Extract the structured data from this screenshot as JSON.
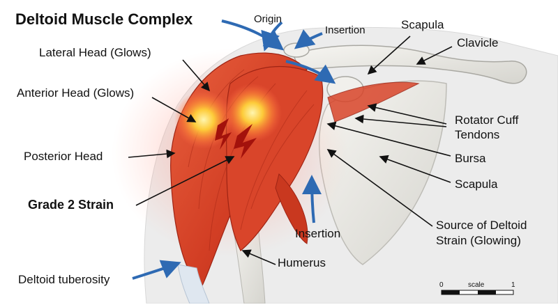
{
  "title": "Deltoid Muscle Complex",
  "labels": {
    "origin": "Origin",
    "insertion_top": "Insertion",
    "scapula_top": "Scapula",
    "clavicle": "Clavicle",
    "lateral_head": "Lateral Head (Glows)",
    "anterior_head": "Anterior Head (Glows)",
    "posterior_head": "Posterior Head",
    "grade2_strain": "Grade 2 Strain",
    "deltoid_tuberosity": "Deltoid tuberosity",
    "rotator_cuff_line1": "Rotator Cuff",
    "rotator_cuff_line2": "Tendons",
    "bursa": "Bursa",
    "scapula_bottom": "Scapula",
    "insertion_bottom": "Insertion",
    "source_line1": "Source of Deltoid",
    "source_line2": "Strain (Glowing)",
    "humerus": "Humerus"
  },
  "scale_bar": {
    "min": "0",
    "label": "scale",
    "max": "1"
  },
  "colors": {
    "muscle": "#d9452a",
    "muscle_dark": "#a92816",
    "bone": "#ecebe6",
    "bone_shadow": "#c9c8c2",
    "glow": "#ffd23a",
    "arrow_blue": "#2e6ab3",
    "skin": "#e9e9e9"
  }
}
